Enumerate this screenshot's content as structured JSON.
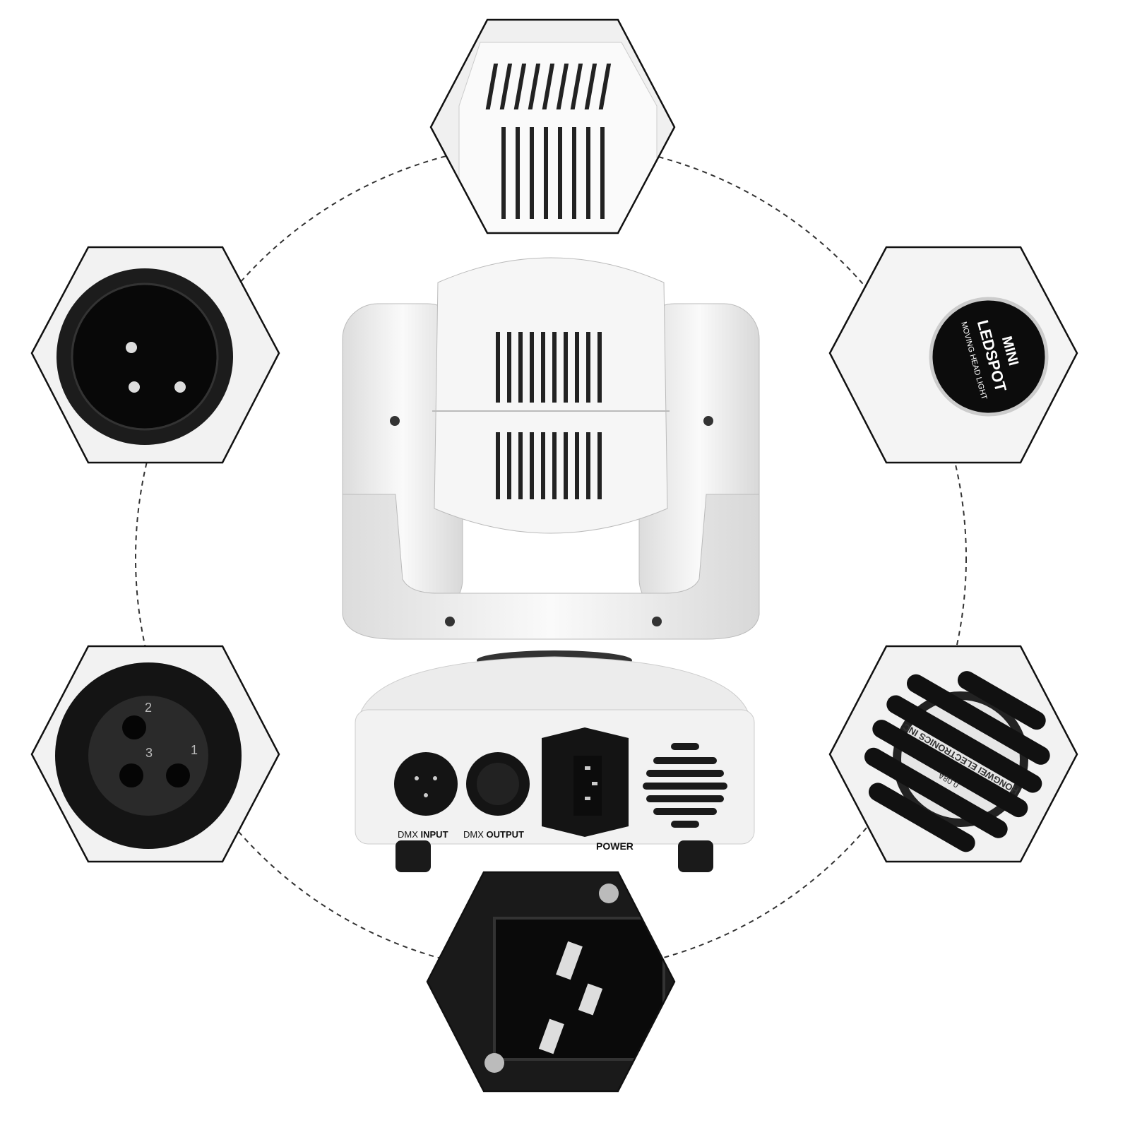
{
  "product": {
    "panel_labels": {
      "dmx_input_prefix": "DMX",
      "dmx_input": "INPUT",
      "dmx_output_prefix": "DMX",
      "dmx_output": "OUTPUT",
      "power": "POWER"
    },
    "badge": {
      "line1": "MINI",
      "line2": "LEDSPOT",
      "line3": "MOVING HEAD LIGHT"
    },
    "fan_label": {
      "maker": "HONGWEI ELECTRONICS INC",
      "current": "0.08A"
    },
    "xlr_pins": [
      "1",
      "2",
      "3"
    ]
  },
  "colors": {
    "body": "#f1f1f1",
    "connector": "#141414",
    "outline": "#111111"
  },
  "detail_views": [
    {
      "name": "top-vents-detail"
    },
    {
      "name": "xlr-male-detail"
    },
    {
      "name": "xlr-female-detail"
    },
    {
      "name": "badge-detail"
    },
    {
      "name": "fan-detail"
    },
    {
      "name": "power-socket-detail"
    }
  ]
}
